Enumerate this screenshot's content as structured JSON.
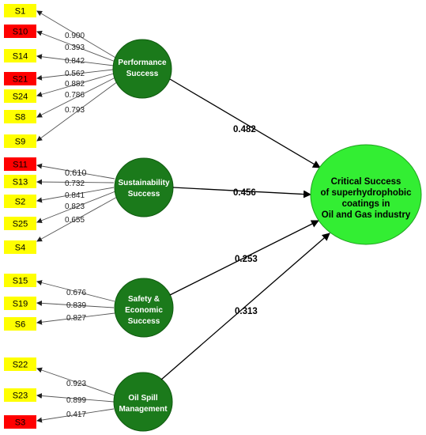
{
  "colors": {
    "indicator_normal": "#ffff00",
    "indicator_flagged": "#ff0000",
    "latent": "#1b7a1b",
    "latent_stroke": "#0f5a0f",
    "outcome": "#33ee33",
    "outcome_stroke": "#1fa21f"
  },
  "constructs": [
    {
      "id": "perf",
      "lines": [
        "Performance",
        "Success"
      ],
      "path_coefficient": "0.482",
      "indicators": [
        {
          "label": "S1",
          "loading": "0.900",
          "flagged": false
        },
        {
          "label": "S10",
          "loading": "0.393",
          "flagged": true
        },
        {
          "label": "S14",
          "loading": "0.842",
          "flagged": false
        },
        {
          "label": "S21",
          "loading": "0.562",
          "flagged": true
        },
        {
          "label": "S24",
          "loading": "0.882",
          "flagged": false
        },
        {
          "label": "S8",
          "loading": "0.786",
          "flagged": false
        },
        {
          "label": "S9",
          "loading": "0.793",
          "flagged": false
        }
      ]
    },
    {
      "id": "sust",
      "lines": [
        "Sustainability",
        "Success"
      ],
      "path_coefficient": "0.456",
      "indicators": [
        {
          "label": "S11",
          "loading": "0.610",
          "flagged": true
        },
        {
          "label": "S13",
          "loading": "0.732",
          "flagged": false
        },
        {
          "label": "S2",
          "loading": "0.841",
          "flagged": false
        },
        {
          "label": "S25",
          "loading": "0.823",
          "flagged": false
        },
        {
          "label": "S4",
          "loading": "0.655",
          "flagged": false
        }
      ]
    },
    {
      "id": "safety",
      "lines": [
        "Safety &",
        "Economic",
        "Success"
      ],
      "path_coefficient": "0.253",
      "indicators": [
        {
          "label": "S15",
          "loading": "0.676",
          "flagged": false
        },
        {
          "label": "S19",
          "loading": "0.839",
          "flagged": false
        },
        {
          "label": "S6",
          "loading": "0.827",
          "flagged": false
        }
      ]
    },
    {
      "id": "oil",
      "lines": [
        "Oil Spill",
        "Management"
      ],
      "path_coefficient": "0.313",
      "indicators": [
        {
          "label": "S22",
          "loading": "0.923",
          "flagged": false
        },
        {
          "label": "S23",
          "loading": "0.899",
          "flagged": false
        },
        {
          "label": "S3",
          "loading": "0.417",
          "flagged": true
        }
      ]
    }
  ],
  "outcome": {
    "lines": [
      "Critical Success",
      "of superhydrophobic",
      "coatings in",
      "Oil and Gas industry"
    ]
  }
}
